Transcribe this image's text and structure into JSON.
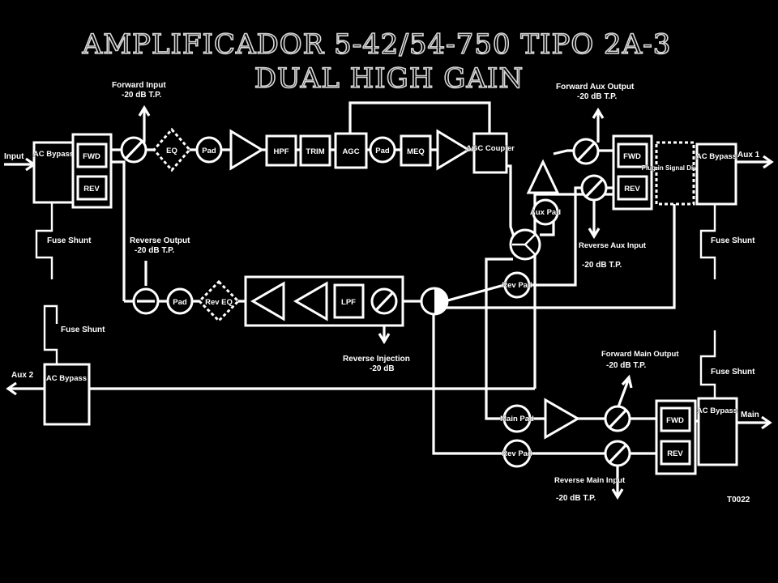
{
  "title": {
    "line1": "AMPLIFICADOR 5-42/54-750 TIPO 2A-3",
    "line2": "DUAL HIGH GAIN"
  },
  "blocks": {
    "ac_bypass": "AC Bypass",
    "fwd": "FWD",
    "rev": "REV",
    "eq": "EQ",
    "pad": "Pad",
    "hpf": "HPF",
    "trim": "TRIM",
    "agc": "AGC",
    "meq": "MEQ",
    "agc_coupler": "AGC Coupler",
    "rev_eq": "Rev EQ",
    "lpf": "LPF",
    "aux_pad": "Aux Pad",
    "rev_pad": "Rev Pad",
    "main_pad": "Main Pad",
    "plugin_divider": "Plug-in Signal Divider",
    "fuse_shunt": "Fuse Shunt"
  },
  "ports": {
    "input": "Input",
    "aux1": "Aux 1",
    "aux2": "Aux 2",
    "main": "Main",
    "forward_input": "Forward Input",
    "forward_input_level": "-20 dB T.P.",
    "reverse_output": "Reverse Output",
    "reverse_output_level": "-20 dB T.P.",
    "forward_aux_output": "Forward Aux Output",
    "forward_aux_output_level": "-20 dB T.P.",
    "reverse_aux_input": "Reverse Aux Input",
    "reverse_aux_input_level": "-20 dB T.P.",
    "reverse_injection": "Reverse Injection",
    "reverse_injection_level": "-20 dB",
    "forward_main_output": "Forward Main Output",
    "forward_main_output_level": "-20 dB T.P.",
    "reverse_main_input": "Reverse Main Input",
    "reverse_main_input_level": "-20 dB T.P."
  },
  "figure_id": "T0022"
}
